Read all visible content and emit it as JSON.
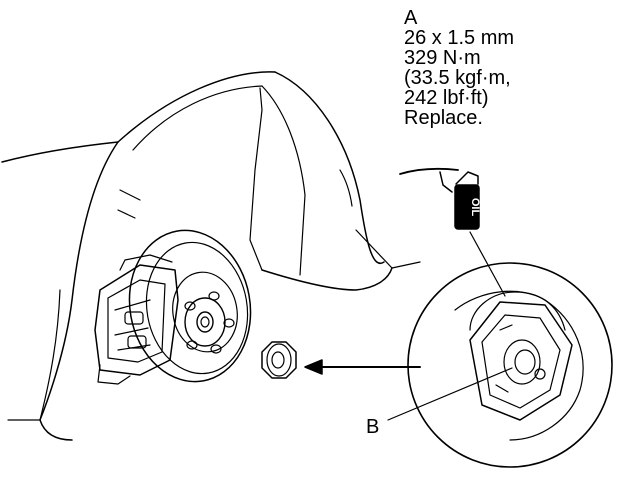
{
  "callout_a": {
    "letter": "A",
    "size": "26 x 1.5 mm",
    "torque_nm": "329 N·m",
    "torque_kgf": "(33.5 kgf·m,",
    "torque_lbf": "242 lbf·ft)",
    "note": "Replace."
  },
  "label_b": "B",
  "oil_can_label": "OIL",
  "colors": {
    "line": "#000000",
    "background": "#ffffff"
  }
}
